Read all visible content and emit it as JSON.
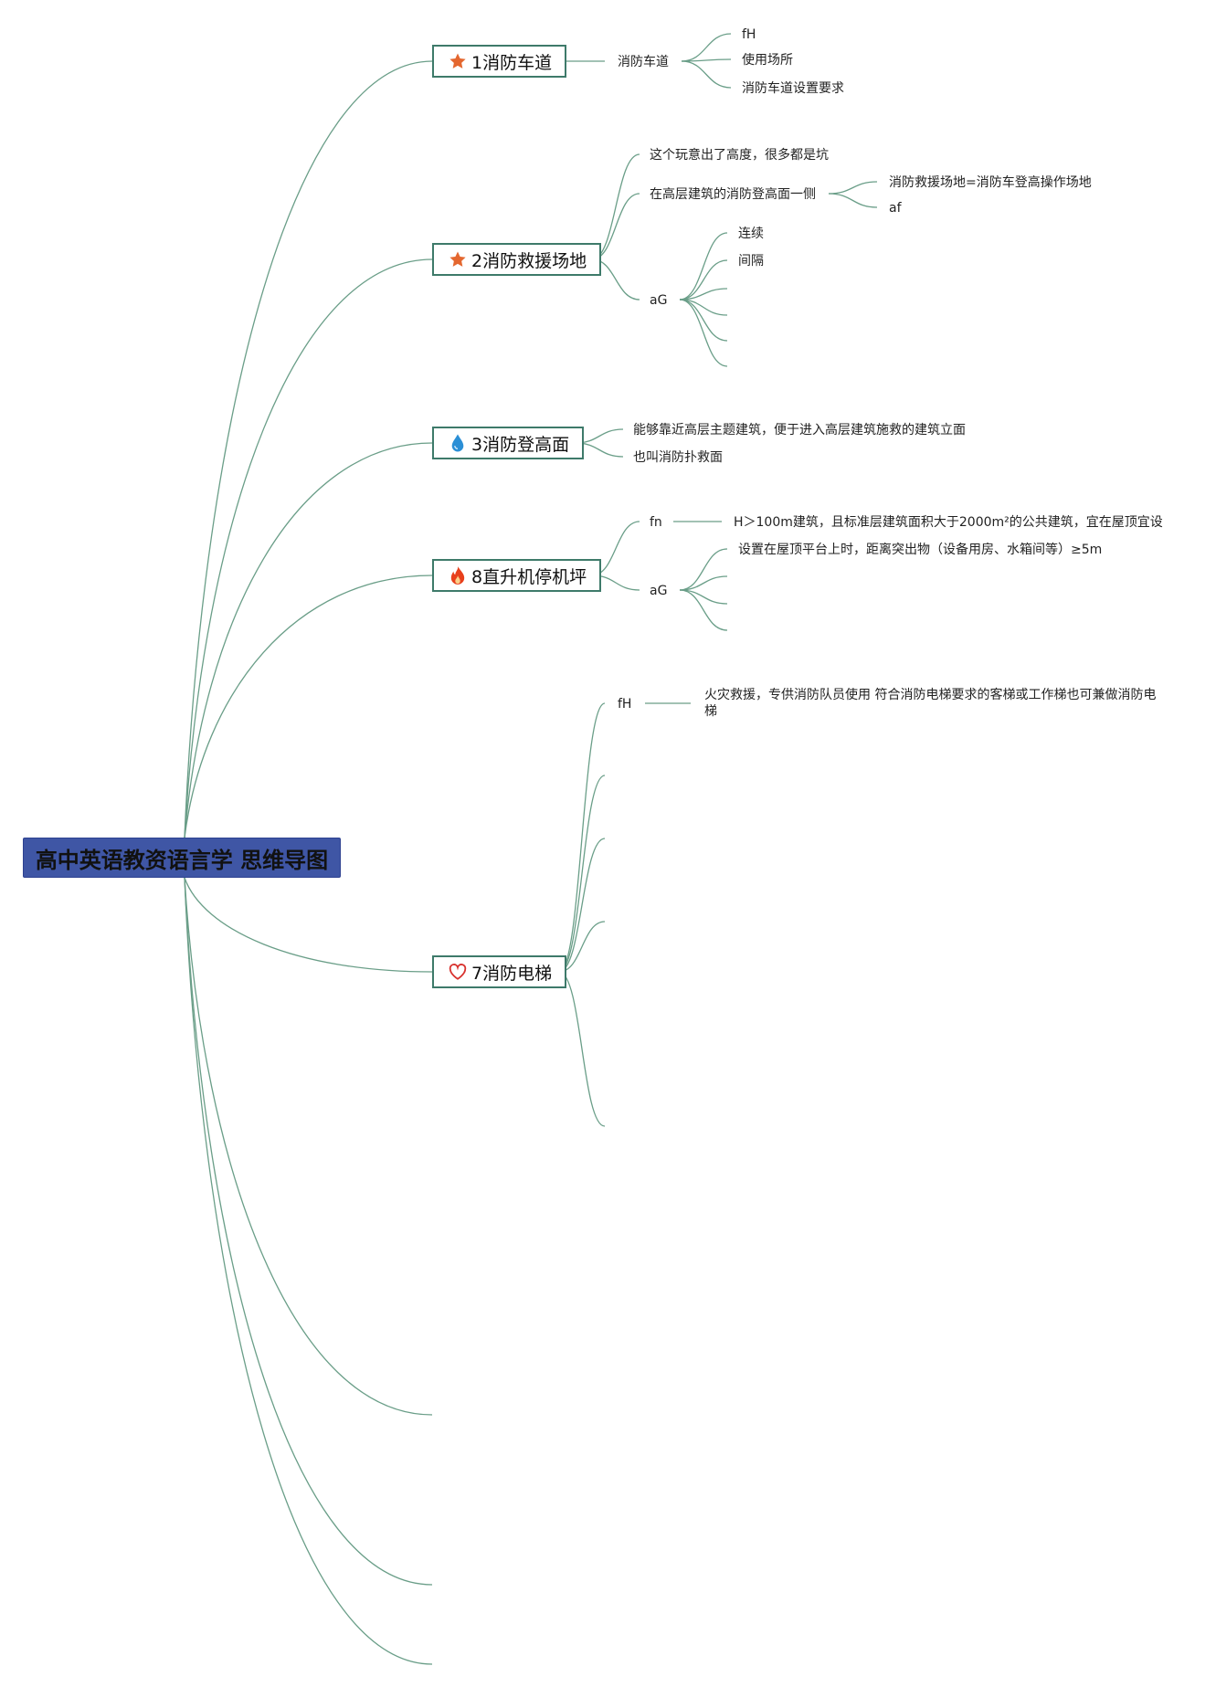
{
  "root": {
    "title": "高中英语教资语言学 思维导图"
  },
  "topics": [
    {
      "label": "1消防车道",
      "icon": "star-icon",
      "children": [
        {
          "text": "消防车道",
          "children": [
            "fH",
            "使用场所",
            "消防车道设置要求"
          ]
        }
      ]
    },
    {
      "label": "2消防救援场地",
      "icon": "star-icon",
      "children": [
        {
          "text": "这个玩意出了高度，很多都是坑"
        },
        {
          "text": "在高层建筑的消防登高面一侧",
          "children": [
            "消防救援场地=消防车登高操作场地",
            "af"
          ]
        },
        {
          "text": "aG",
          "children": [
            "连续",
            "间隔"
          ]
        }
      ]
    },
    {
      "label": "3消防登高面",
      "icon": "water-drop-icon",
      "children": [
        {
          "text": "能够靠近高层主题建筑，便于进入高层建筑施救的建筑立面"
        },
        {
          "text": "也叫消防扑救面"
        }
      ]
    },
    {
      "label": "8直升机停机坪",
      "icon": "fire-icon",
      "children": [
        {
          "text": "fn",
          "children": [
            "H＞100m建筑，且标准层建筑面积大于2000m²的公共建筑，宜在屋顶宜设"
          ]
        },
        {
          "text": "aG",
          "children": [
            "设置在屋顶平台上时，距离突出物（设备用房、水箱间等）≥5m"
          ]
        }
      ]
    },
    {
      "label": "7消防电梯",
      "icon": "heart-icon",
      "children": [
        {
          "text": "fH",
          "children": [
            "火灾救援，专供消防队员使用 符合消防电梯要求的客梯或工作梯也可兼做消防电梯"
          ]
        }
      ]
    }
  ],
  "colors": {
    "root_fill": "#3f56a5",
    "topic_border": "#3e7a6a",
    "link": "#6a9e88",
    "star": "#e4672f",
    "drop": "#2b8fd6",
    "fire": "#e8401c",
    "heart": "#d8322e"
  }
}
